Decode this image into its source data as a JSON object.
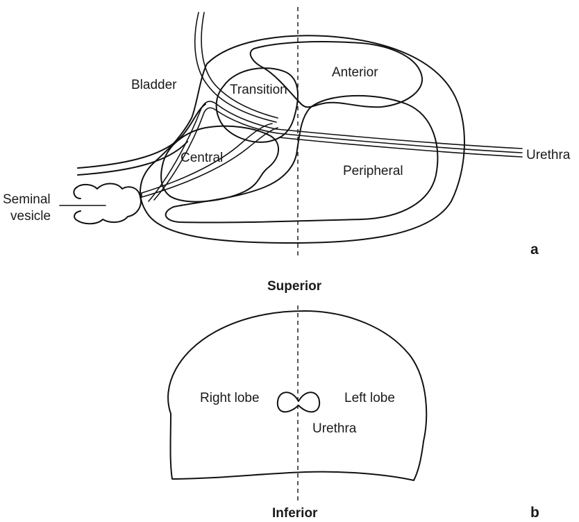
{
  "panel_a": {
    "labels": {
      "bladder": "Bladder",
      "transition": "Transition",
      "anterior": "Anterior",
      "central": "Central",
      "peripheral": "Peripheral",
      "urethra": "Urethra",
      "seminal_line1": "Seminal",
      "seminal_line2": "vesicle"
    },
    "panel_letter": "a"
  },
  "panel_b": {
    "labels": {
      "superior": "Superior",
      "inferior": "Inferior",
      "right_lobe": "Right lobe",
      "left_lobe": "Left lobe",
      "urethra": "Urethra"
    },
    "panel_letter": "b"
  }
}
